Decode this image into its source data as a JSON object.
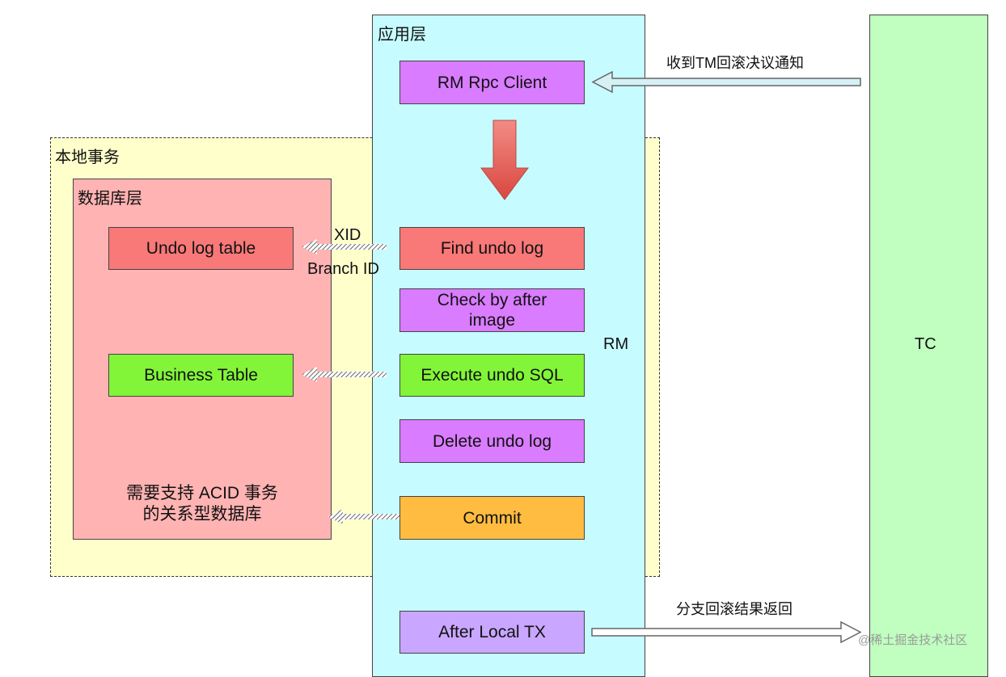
{
  "zones": {
    "local_tx": "本地事务",
    "db_layer": "数据库层",
    "app_layer": "应用层",
    "rm": "RM",
    "tc": "TC"
  },
  "db_boxes": {
    "undo_log_table": "Undo log table",
    "business_table": "Business Table",
    "db_note_line1": "需要支持 ACID 事务",
    "db_note_line2": "的关系型数据库"
  },
  "rm_steps": {
    "rpc_client": "RM Rpc Client",
    "find_undo_log": "Find undo log",
    "check_after_image": "Check by after image",
    "execute_undo_sql": "Execute undo SQL",
    "delete_undo_log": "Delete undo log",
    "commit": "Commit",
    "after_local_tx": "After Local TX"
  },
  "edge_labels": {
    "xid": "XID",
    "branch_id": "Branch ID",
    "receive_rollback": "收到TM回滚决议通知",
    "return_result": "分支回滚结果返回"
  },
  "watermark": "@稀土掘金技术社区",
  "colors": {
    "local_tx_bg": "#ffffcc",
    "db_layer_bg": "#ffb3b3",
    "app_layer_bg": "#c6fcff",
    "tc_bg": "#c0ffc0",
    "purple": "#d97cff",
    "red": "#f97878",
    "green": "#82f539",
    "orange": "#ffbc40",
    "lavender": "#c9a6ff"
  }
}
